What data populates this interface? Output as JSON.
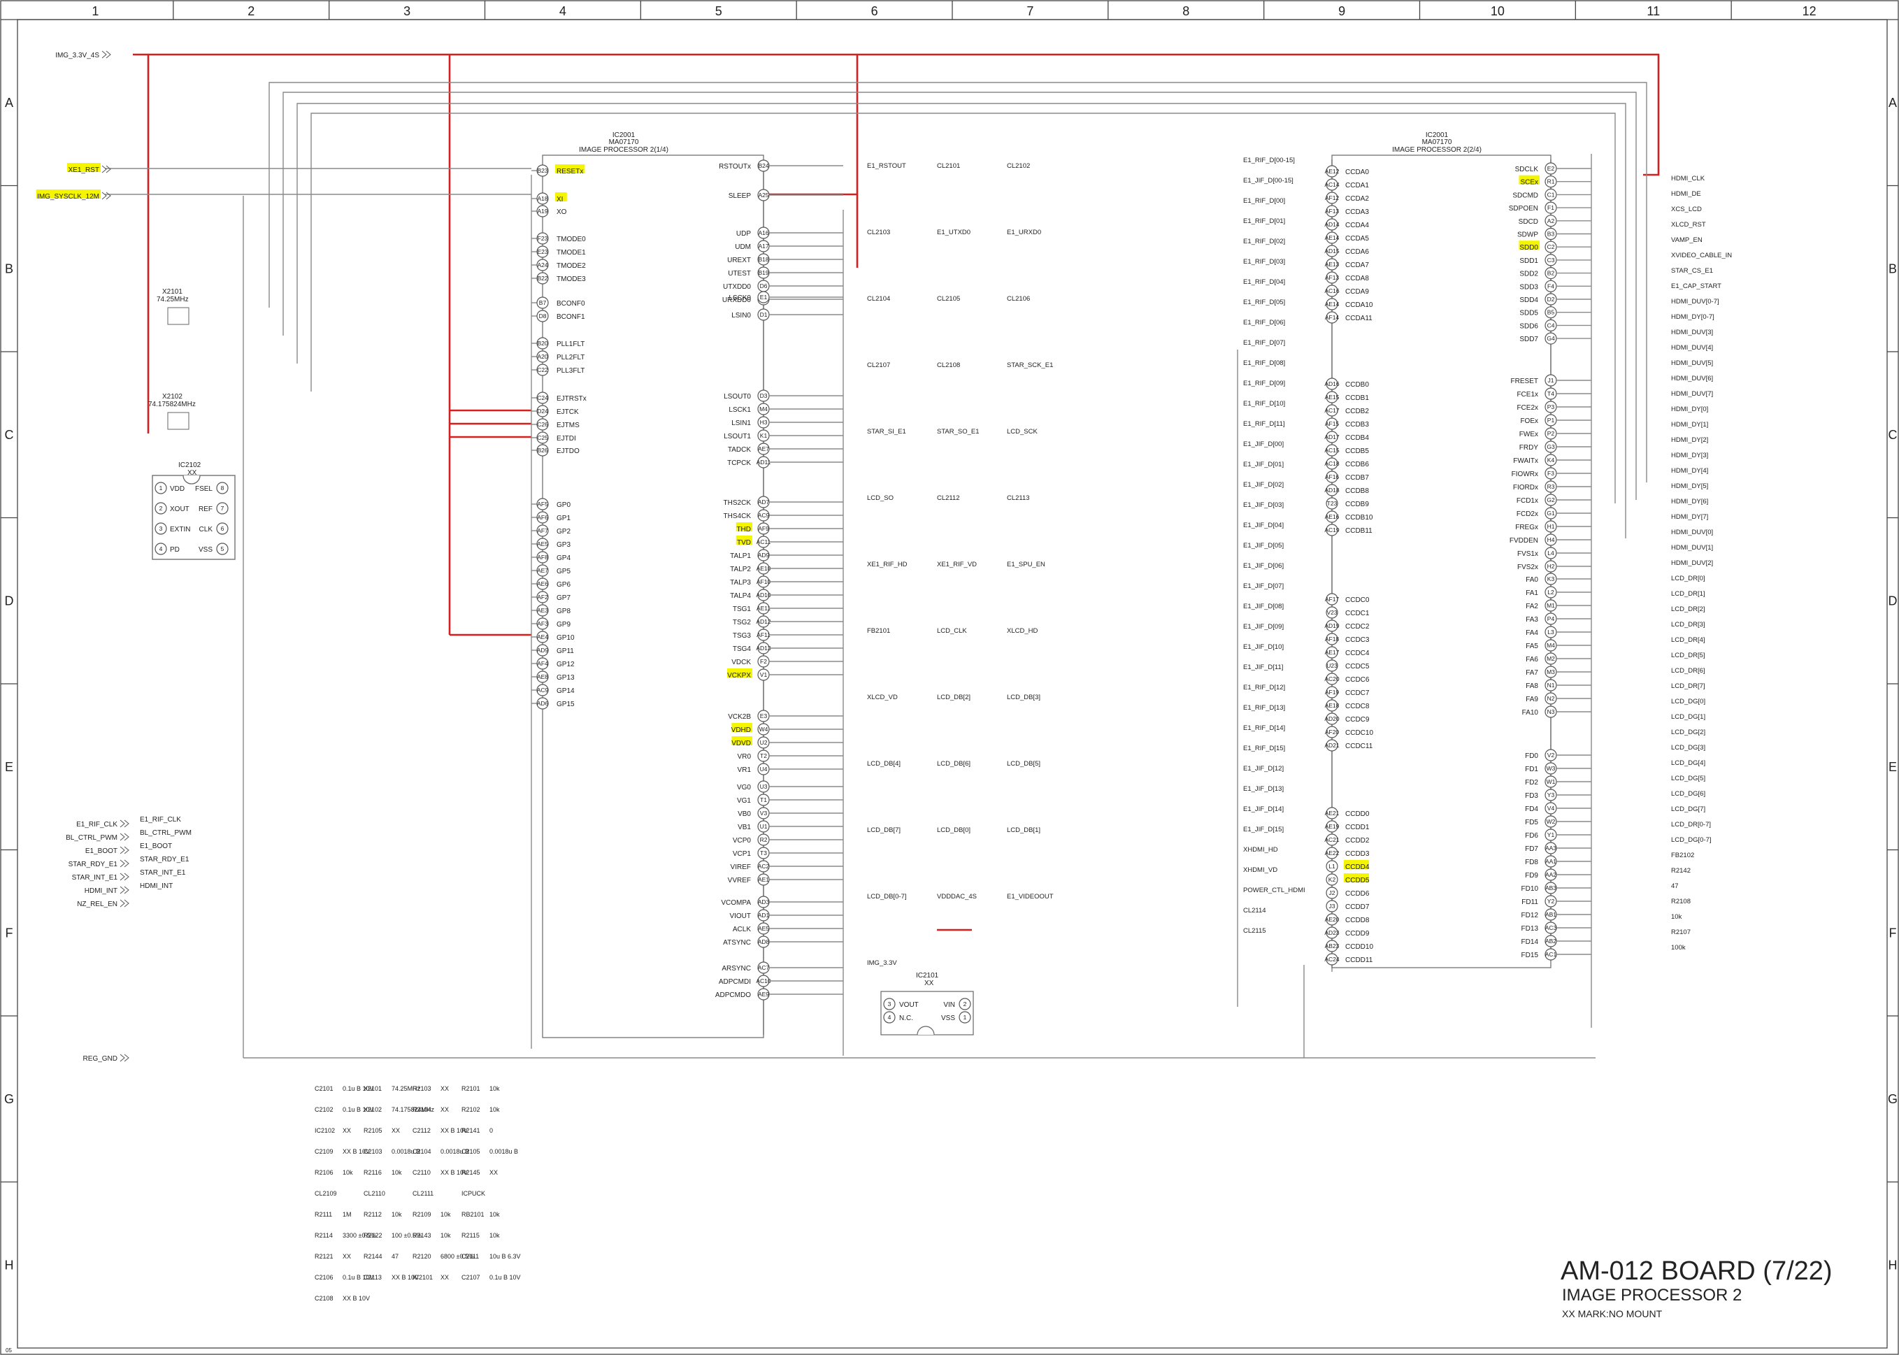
{
  "colors": {
    "power": "#d62020",
    "wire": "#8a8a8a",
    "highlight": "#f5f500",
    "frame": "#444444"
  },
  "grid": {
    "columns": [
      "1",
      "2",
      "3",
      "4",
      "5",
      "6",
      "7",
      "8",
      "9",
      "10",
      "11",
      "12"
    ],
    "rows": [
      "A",
      "B",
      "C",
      "D",
      "E",
      "F",
      "G",
      "H"
    ]
  },
  "title_block": {
    "title": "AM-012 BOARD (7/22)",
    "subtitle": "IMAGE PROCESSOR 2",
    "note": "XX MARK:NO MOUNT",
    "sheet_code": "05"
  },
  "ic1": {
    "ref": "IC2001",
    "part": "MA07170",
    "desc": "IMAGE PROCESSOR 2(1/4)",
    "left_pins": [
      {
        "pin": "B23",
        "name": "RESETx",
        "hl": true
      },
      {
        "pin": "A18",
        "name": "XI",
        "hl": true
      },
      {
        "pin": "A19",
        "name": "XO"
      },
      {
        "pin": "F23",
        "name": "TMODE0"
      },
      {
        "pin": "E23",
        "name": "TMODE1"
      },
      {
        "pin": "A24",
        "name": "TMODE2"
      },
      {
        "pin": "B22",
        "name": "TMODE3"
      },
      {
        "pin": "B7",
        "name": "BCONF0"
      },
      {
        "pin": "D8",
        "name": "BCONF1"
      },
      {
        "pin": "B20",
        "name": "PLL1FLT"
      },
      {
        "pin": "A20",
        "name": "PLL2FLT"
      },
      {
        "pin": "C22",
        "name": "PLL3FLT"
      },
      {
        "pin": "C24",
        "name": "EJTRSTx"
      },
      {
        "pin": "D24",
        "name": "EJTCK"
      },
      {
        "pin": "C26",
        "name": "EJTMS"
      },
      {
        "pin": "C25",
        "name": "EJTDI"
      },
      {
        "pin": "B26",
        "name": "EJTDO"
      },
      {
        "pin": "AF5",
        "name": "GP0"
      },
      {
        "pin": "AF6",
        "name": "GP1"
      },
      {
        "pin": "AF7",
        "name": "GP2"
      },
      {
        "pin": "AE5",
        "name": "GP3"
      },
      {
        "pin": "AF8",
        "name": "GP4"
      },
      {
        "pin": "AE7",
        "name": "GP5"
      },
      {
        "pin": "AE6",
        "name": "GP6"
      },
      {
        "pin": "AF2",
        "name": "GP7"
      },
      {
        "pin": "AE3",
        "name": "GP8"
      },
      {
        "pin": "AF3",
        "name": "GP9"
      },
      {
        "pin": "AE4",
        "name": "GP10"
      },
      {
        "pin": "AD9",
        "name": "GP11"
      },
      {
        "pin": "AF4",
        "name": "GP12"
      },
      {
        "pin": "AE8",
        "name": "GP13"
      },
      {
        "pin": "AC9",
        "name": "GP14"
      },
      {
        "pin": "AD6",
        "name": "GP15"
      }
    ],
    "right_pins": [
      {
        "pin": "B24",
        "name": "RSTOUTx"
      },
      {
        "pin": "A25",
        "name": "SLEEP"
      },
      {
        "pin": "A16",
        "name": "UDP"
      },
      {
        "pin": "A17",
        "name": "UDM"
      },
      {
        "pin": "B18",
        "name": "UREXT"
      },
      {
        "pin": "B19",
        "name": "UTEST"
      },
      {
        "pin": "D6",
        "name": "UTXDD0"
      },
      {
        "pin": "B4",
        "name": "URXDD0"
      },
      {
        "pin": "E1",
        "name": "LSCK0"
      },
      {
        "pin": "D1",
        "name": "LSIN0"
      },
      {
        "pin": "D3",
        "name": "LSOUT0"
      },
      {
        "pin": "M4",
        "name": "LSCK1"
      },
      {
        "pin": "H3",
        "name": "LSIN1"
      },
      {
        "pin": "K1",
        "name": "LSOUT1"
      },
      {
        "pin": "AE7",
        "name": "TADCK"
      },
      {
        "pin": "AD11",
        "name": "TCPCK"
      },
      {
        "pin": "AD7",
        "name": "THS2CK"
      },
      {
        "pin": "AC9",
        "name": "THS4CK"
      },
      {
        "pin": "AF9",
        "name": "THD",
        "hl": true
      },
      {
        "pin": "AC11",
        "name": "TVD",
        "hl": true
      },
      {
        "pin": "AD9",
        "name": "TALP1"
      },
      {
        "pin": "AE10",
        "name": "TALP2"
      },
      {
        "pin": "AF10",
        "name": "TALP3"
      },
      {
        "pin": "AD10",
        "name": "TALP4"
      },
      {
        "pin": "AE11",
        "name": "TSG1"
      },
      {
        "pin": "AD12",
        "name": "TSG2"
      },
      {
        "pin": "AF11",
        "name": "TSG3"
      },
      {
        "pin": "AD13",
        "name": "TSG4"
      },
      {
        "pin": "F2",
        "name": "VDCK"
      },
      {
        "pin": "V1",
        "name": "VCKPX",
        "hl": true
      },
      {
        "pin": "E3",
        "name": "VCK2B"
      },
      {
        "pin": "W4",
        "name": "VDHD",
        "hl": true
      },
      {
        "pin": "U2",
        "name": "VDVD",
        "hl": true
      },
      {
        "pin": "T2",
        "name": "VR0"
      },
      {
        "pin": "U4",
        "name": "VR1"
      },
      {
        "pin": "U3",
        "name": "VG0"
      },
      {
        "pin": "T1",
        "name": "VG1"
      },
      {
        "pin": "V3",
        "name": "VB0"
      },
      {
        "pin": "U1",
        "name": "VB1"
      },
      {
        "pin": "R2",
        "name": "VCP0"
      },
      {
        "pin": "T3",
        "name": "VCP1"
      },
      {
        "pin": "AC2",
        "name": "VIREF"
      },
      {
        "pin": "AE1",
        "name": "VVREF"
      },
      {
        "pin": "AD3",
        "name": "VCOMPA"
      },
      {
        "pin": "AD1",
        "name": "VIOUT"
      },
      {
        "pin": "AE5",
        "name": "ACLK"
      },
      {
        "pin": "AD8",
        "name": "ATSYNC"
      },
      {
        "pin": "AC7",
        "name": "ARSYNC"
      },
      {
        "pin": "AC10",
        "name": "ADPCMDI"
      },
      {
        "pin": "AE9",
        "name": "ADPCMDO"
      }
    ]
  },
  "ic2": {
    "ref": "IC2001",
    "part": "MA07170",
    "desc": "IMAGE PROCESSOR 2(2/4)",
    "left_pins": [
      {
        "pin": "AE12",
        "name": "CCDA0"
      },
      {
        "pin": "AC14",
        "name": "CCDA1"
      },
      {
        "pin": "AF12",
        "name": "CCDA2"
      },
      {
        "pin": "AF13",
        "name": "CCDA3"
      },
      {
        "pin": "AD14",
        "name": "CCDA4"
      },
      {
        "pin": "AE14",
        "name": "CCDA5"
      },
      {
        "pin": "AD15",
        "name": "CCDA6"
      },
      {
        "pin": "AE13",
        "name": "CCDA7"
      },
      {
        "pin": "AF13",
        "name": "CCDA8"
      },
      {
        "pin": "AC16",
        "name": "CCDA9"
      },
      {
        "pin": "AE14",
        "name": "CCDA10"
      },
      {
        "pin": "AF14",
        "name": "CCDA11"
      },
      {
        "pin": "AD16",
        "name": "CCDB0"
      },
      {
        "pin": "AE15",
        "name": "CCDB1"
      },
      {
        "pin": "AC17",
        "name": "CCDB2"
      },
      {
        "pin": "AF15",
        "name": "CCDB3"
      },
      {
        "pin": "AD17",
        "name": "CCDB4"
      },
      {
        "pin": "AC15",
        "name": "CCDB5"
      },
      {
        "pin": "AC18",
        "name": "CCDB6"
      },
      {
        "pin": "AF16",
        "name": "CCDB7"
      },
      {
        "pin": "AD18",
        "name": "CCDB8"
      },
      {
        "pin": "T23",
        "name": "CCDB9"
      },
      {
        "pin": "AE16",
        "name": "CCDB10"
      },
      {
        "pin": "AC19",
        "name": "CCDB11"
      },
      {
        "pin": "AF17",
        "name": "CCDC0"
      },
      {
        "pin": "V23",
        "name": "CCDC1"
      },
      {
        "pin": "AD19",
        "name": "CCDC2"
      },
      {
        "pin": "AF18",
        "name": "CCDC3"
      },
      {
        "pin": "AE17",
        "name": "CCDC4"
      },
      {
        "pin": "U23",
        "name": "CCDC5"
      },
      {
        "pin": "AC20",
        "name": "CCDC6"
      },
      {
        "pin": "AF19",
        "name": "CCDC7"
      },
      {
        "pin": "AE18",
        "name": "CCDC8"
      },
      {
        "pin": "AD20",
        "name": "CCDC9"
      },
      {
        "pin": "AF20",
        "name": "CCDC10"
      },
      {
        "pin": "AD21",
        "name": "CCDC11"
      },
      {
        "pin": "AE21",
        "name": "CCDD0"
      },
      {
        "pin": "AE19",
        "name": "CCDD1"
      },
      {
        "pin": "AC21",
        "name": "CCDD2"
      },
      {
        "pin": "AE22",
        "name": "CCDD3"
      },
      {
        "pin": "L1",
        "name": "CCDD4",
        "hl": true
      },
      {
        "pin": "K2",
        "name": "CCDD5",
        "hl": true
      },
      {
        "pin": "J2",
        "name": "CCDD6"
      },
      {
        "pin": "J3",
        "name": "CCDD7"
      },
      {
        "pin": "AE20",
        "name": "CCDD8"
      },
      {
        "pin": "AD23",
        "name": "CCDD9"
      },
      {
        "pin": "AB23",
        "name": "CCDD10"
      },
      {
        "pin": "AC24",
        "name": "CCDD11"
      }
    ],
    "right_pins": [
      {
        "pin": "E2",
        "name": "SDCLK"
      },
      {
        "pin": "R1",
        "name": "SCEx",
        "hl": true
      },
      {
        "pin": "C1",
        "name": "SDCMD"
      },
      {
        "pin": "F1",
        "name": "SDPOEN"
      },
      {
        "pin": "A2",
        "name": "SDCD"
      },
      {
        "pin": "B3",
        "name": "SDWP"
      },
      {
        "pin": "C2",
        "name": "SDD0",
        "hl": true
      },
      {
        "pin": "C3",
        "name": "SDD1"
      },
      {
        "pin": "B2",
        "name": "SDD2"
      },
      {
        "pin": "F4",
        "name": "SDD3"
      },
      {
        "pin": "D2",
        "name": "SDD4"
      },
      {
        "pin": "B5",
        "name": "SDD5"
      },
      {
        "pin": "C4",
        "name": "SDD6"
      },
      {
        "pin": "G4",
        "name": "SDD7"
      },
      {
        "pin": "J1",
        "name": "FRESET"
      },
      {
        "pin": "T4",
        "name": "FCE1x"
      },
      {
        "pin": "P3",
        "name": "FCE2x"
      },
      {
        "pin": "P1",
        "name": "FOEx"
      },
      {
        "pin": "P2",
        "name": "FWEx"
      },
      {
        "pin": "G3",
        "name": "FRDY"
      },
      {
        "pin": "K4",
        "name": "FWAITx"
      },
      {
        "pin": "F3",
        "name": "FIOWRx"
      },
      {
        "pin": "R3",
        "name": "FIORDx"
      },
      {
        "pin": "G2",
        "name": "FCD1x"
      },
      {
        "pin": "G1",
        "name": "FCD2x"
      },
      {
        "pin": "H1",
        "name": "FREGx"
      },
      {
        "pin": "H4",
        "name": "FVDDEN"
      },
      {
        "pin": "L4",
        "name": "FVS1x"
      },
      {
        "pin": "H2",
        "name": "FVS2x"
      },
      {
        "pin": "K3",
        "name": "FA0"
      },
      {
        "pin": "L2",
        "name": "FA1"
      },
      {
        "pin": "M1",
        "name": "FA2"
      },
      {
        "pin": "P4",
        "name": "FA3"
      },
      {
        "pin": "L3",
        "name": "FA4"
      },
      {
        "pin": "M4",
        "name": "FA5"
      },
      {
        "pin": "M2",
        "name": "FA6"
      },
      {
        "pin": "M3",
        "name": "FA7"
      },
      {
        "pin": "N1",
        "name": "FA8"
      },
      {
        "pin": "N2",
        "name": "FA9"
      },
      {
        "pin": "N3",
        "name": "FA10"
      },
      {
        "pin": "V2",
        "name": "FD0"
      },
      {
        "pin": "W3",
        "name": "FD1"
      },
      {
        "pin": "W1",
        "name": "FD2"
      },
      {
        "pin": "Y3",
        "name": "FD3"
      },
      {
        "pin": "V4",
        "name": "FD4"
      },
      {
        "pin": "W2",
        "name": "FD5"
      },
      {
        "pin": "Y1",
        "name": "FD6"
      },
      {
        "pin": "AA3",
        "name": "FD7"
      },
      {
        "pin": "AA1",
        "name": "FD8"
      },
      {
        "pin": "AA2",
        "name": "FD9"
      },
      {
        "pin": "AB3",
        "name": "FD10"
      },
      {
        "pin": "Y2",
        "name": "FD11"
      },
      {
        "pin": "AB1",
        "name": "FD12"
      },
      {
        "pin": "AC3",
        "name": "FD13"
      },
      {
        "pin": "AB2",
        "name": "FD14"
      },
      {
        "pin": "AC1",
        "name": "FD15"
      }
    ]
  },
  "ports_left": [
    {
      "name": "IMG_3.3V_4S"
    },
    {
      "name": "XE1_RST",
      "hl": true
    },
    {
      "name": "IMG_SYSCLK_12M",
      "hl": true
    },
    {
      "name": "E1_RIF_CLK"
    },
    {
      "name": "BL_CTRL_PWM"
    },
    {
      "name": "E1_BOOT"
    },
    {
      "name": "STAR_RDY_E1"
    },
    {
      "name": "STAR_INT_E1"
    },
    {
      "name": "HDMI_INT"
    },
    {
      "name": "NZ_REL_EN"
    },
    {
      "name": "REG_GND"
    }
  ],
  "left_net_labels": [
    "E1_RIF_CLK",
    "BL_CTRL_PWM",
    "E1_BOOT",
    "STAR_RDY_E1",
    "STAR_INT_E1",
    "HDMI_INT"
  ],
  "ic1_nets": [
    "E1_RSTOUT",
    "CL2101",
    "CL2102",
    "CL2103",
    "E1_UTXD0",
    "E1_URXD0",
    "CL2104",
    "CL2105",
    "CL2106",
    "CL2107",
    "CL2108",
    "STAR_SCK_E1",
    "STAR_SI_E1",
    "STAR_SO_E1",
    "LCD_SCK",
    "LCD_SO",
    "CL2112",
    "CL2113",
    "XE1_RIF_HD",
    "XE1_RIF_VD",
    "E1_SPU_EN",
    "FB2101",
    "LCD_CLK",
    "XLCD_HD",
    "XLCD_VD",
    "LCD_DB[2]",
    "LCD_DB[3]",
    "LCD_DB[4]",
    "LCD_DB[6]",
    "LCD_DB[5]",
    "LCD_DB[7]",
    "LCD_DB[0]",
    "LCD_DB[1]",
    "LCD_DB[0-7]",
    "VDDDAC_4S",
    "E1_VIDEOOUT",
    "IMG_3.3V"
  ],
  "ic2_left_nets": [
    "E1_RIF_D[00-15]",
    "E1_JIF_D[00-15]",
    "E1_RIF_D[00]",
    "E1_RIF_D[01]",
    "E1_RIF_D[02]",
    "E1_RIF_D[03]",
    "E1_RIF_D[04]",
    "E1_RIF_D[05]",
    "E1_RIF_D[06]",
    "E1_RIF_D[07]",
    "E1_RIF_D[08]",
    "E1_RIF_D[09]",
    "E1_RIF_D[10]",
    "E1_RIF_D[11]",
    "E1_JIF_D[00]",
    "E1_JIF_D[01]",
    "E1_JIF_D[02]",
    "E1_JIF_D[03]",
    "E1_JIF_D[04]",
    "E1_JIF_D[05]",
    "E1_JIF_D[06]",
    "E1_JIF_D[07]",
    "E1_JIF_D[08]",
    "E1_JIF_D[09]",
    "E1_JIF_D[10]",
    "E1_JIF_D[11]",
    "E1_RIF_D[12]",
    "E1_RIF_D[13]",
    "E1_RIF_D[14]",
    "E1_RIF_D[15]",
    "E1_JIF_D[12]",
    "E1_JIF_D[13]",
    "E1_JIF_D[14]",
    "E1_JIF_D[15]",
    "XHDMI_HD",
    "XHDMI_VD",
    "POWER_CTL_HDMI",
    "CL2114",
    "CL2115"
  ],
  "ic2_right_nets": [
    "HDMI_CLK",
    "HDMI_DE",
    "XCS_LCD",
    "XLCD_RST",
    "VAMP_EN",
    "XVIDEO_CABLE_IN",
    "STAR_CS_E1",
    "E1_CAP_START",
    "HDMI_DUV[0-7]",
    "HDMI_DY[0-7]",
    "HDMI_DUV[3]",
    "HDMI_DUV[4]",
    "HDMI_DUV[5]",
    "HDMI_DUV[6]",
    "HDMI_DUV[7]",
    "HDMI_DY[0]",
    "HDMI_DY[1]",
    "HDMI_DY[2]",
    "HDMI_DY[3]",
    "HDMI_DY[4]",
    "HDMI_DY[5]",
    "HDMI_DY[6]",
    "HDMI_DY[7]",
    "HDMI_DUV[0]",
    "HDMI_DUV[1]",
    "HDMI_DUV[2]",
    "LCD_DR[0]",
    "LCD_DR[1]",
    "LCD_DR[2]",
    "LCD_DR[3]",
    "LCD_DR[4]",
    "LCD_DR[5]",
    "LCD_DR[6]",
    "LCD_DR[7]",
    "LCD_DG[0]",
    "LCD_DG[1]",
    "LCD_DG[2]",
    "LCD_DG[3]",
    "LCD_DG[4]",
    "LCD_DG[5]",
    "LCD_DG[6]",
    "LCD_DG[7]",
    "LCD_DR[0-7]",
    "LCD_DG[0-7]",
    "FB2102",
    "R2142",
    "47",
    "R2108",
    "10k",
    "R2107",
    "100k"
  ],
  "components": [
    {
      "ref": "C2101",
      "vals": [
        "0.1u",
        "B",
        "10V"
      ]
    },
    {
      "ref": "X2101",
      "vals": [
        "74.25MHz"
      ]
    },
    {
      "ref": "R2103",
      "vals": [
        "XX"
      ]
    },
    {
      "ref": "R2101",
      "vals": [
        "10k"
      ]
    },
    {
      "ref": "C2102",
      "vals": [
        "0.1u",
        "B",
        "10V"
      ]
    },
    {
      "ref": "X2102",
      "vals": [
        "74.175824MHz"
      ]
    },
    {
      "ref": "R2104",
      "vals": [
        "XX"
      ]
    },
    {
      "ref": "R2102",
      "vals": [
        "10k"
      ]
    },
    {
      "ref": "IC2102",
      "vals": [
        "XX"
      ]
    },
    {
      "ref": "R2105",
      "vals": [
        "XX"
      ]
    },
    {
      "ref": "C2112",
      "vals": [
        "XX",
        "B",
        "10V"
      ]
    },
    {
      "ref": "R2141",
      "vals": [
        "0"
      ]
    },
    {
      "ref": "C2109",
      "vals": [
        "XX",
        "B",
        "10V"
      ]
    },
    {
      "ref": "C2103",
      "vals": [
        "0.0018u",
        "B"
      ]
    },
    {
      "ref": "C2104",
      "vals": [
        "0.0018u",
        "B"
      ]
    },
    {
      "ref": "C2105",
      "vals": [
        "0.0018u",
        "B"
      ]
    },
    {
      "ref": "R2106",
      "vals": [
        "10k"
      ]
    },
    {
      "ref": "R2116",
      "vals": [
        "10k"
      ]
    },
    {
      "ref": "C2110",
      "vals": [
        "XX",
        "B",
        "10V"
      ]
    },
    {
      "ref": "R2145",
      "vals": [
        "XX"
      ]
    },
    {
      "ref": "CL2109",
      "vals": []
    },
    {
      "ref": "CL2110",
      "vals": []
    },
    {
      "ref": "CL2111",
      "vals": []
    },
    {
      "ref": "ICPUCK",
      "vals": []
    },
    {
      "ref": "R2111",
      "vals": [
        "1M"
      ]
    },
    {
      "ref": "R2112",
      "vals": [
        "10k"
      ]
    },
    {
      "ref": "R2109",
      "vals": [
        "10k"
      ]
    },
    {
      "ref": "RB2101",
      "vals": [
        "10k"
      ]
    },
    {
      "ref": "R2114",
      "vals": [
        "3300",
        "±0.5%"
      ]
    },
    {
      "ref": "R2122",
      "vals": [
        "100",
        "±0.5%"
      ]
    },
    {
      "ref": "R2143",
      "vals": [
        "10k"
      ]
    },
    {
      "ref": "R2115",
      "vals": [
        "10k"
      ]
    },
    {
      "ref": "R2121",
      "vals": [
        "XX"
      ]
    },
    {
      "ref": "R2144",
      "vals": [
        "47"
      ]
    },
    {
      "ref": "R2120",
      "vals": [
        "6800",
        "±0.5%"
      ]
    },
    {
      "ref": "C2111",
      "vals": [
        "10u",
        "B",
        "6.3V"
      ]
    },
    {
      "ref": "C2106",
      "vals": [
        "0.1u",
        "B",
        "10V"
      ]
    },
    {
      "ref": "C2113",
      "vals": [
        "XX",
        "B",
        "10V"
      ]
    },
    {
      "ref": "IC2101",
      "vals": [
        "XX"
      ]
    },
    {
      "ref": "C2107",
      "vals": [
        "0.1u",
        "B",
        "10V"
      ]
    },
    {
      "ref": "C2108",
      "vals": [
        "XX",
        "B",
        "10V"
      ]
    }
  ],
  "osc_pins": [
    {
      "n": "1",
      "name": "VDD"
    },
    {
      "n": "2",
      "name": "XOUT"
    },
    {
      "n": "3",
      "name": "EXTIN"
    },
    {
      "n": "4",
      "name": "PD"
    },
    {
      "n": "8",
      "name": "FSEL"
    },
    {
      "n": "7",
      "name": "REF"
    },
    {
      "n": "6",
      "name": "CLK"
    },
    {
      "n": "5",
      "name": "VSS"
    }
  ],
  "vreg_pins": [
    {
      "n": "3",
      "name": "VOUT"
    },
    {
      "n": "4",
      "name": "N.C."
    },
    {
      "n": "2",
      "name": "VIN"
    },
    {
      "n": "1",
      "name": "VSS"
    }
  ]
}
